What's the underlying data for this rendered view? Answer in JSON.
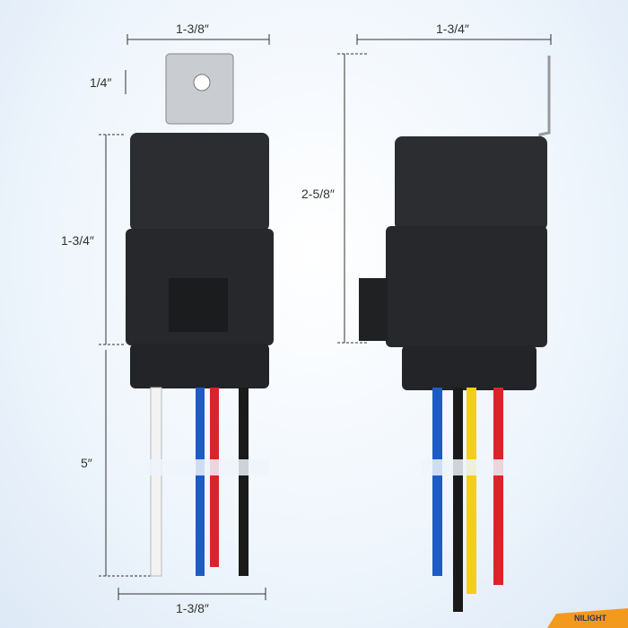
{
  "dimensions": {
    "left_top_width": "1-3/8″",
    "tab_height": "1/4″",
    "left_body_height": "1-3/4″",
    "wire_length": "5″",
    "left_bottom_width": "1-3/8″",
    "right_top_width": "1-3/4″",
    "right_height": "2-5/8″"
  },
  "logo": "NILIGHT",
  "colors": {
    "body": "#2a2c2f",
    "wire_white": "#f2f2f2",
    "wire_blue": "#1e5bc6",
    "wire_red": "#d9252a",
    "wire_black": "#1a1a1a",
    "wire_yellow": "#f3cf1a",
    "logo_bg": "#f39a1e"
  }
}
